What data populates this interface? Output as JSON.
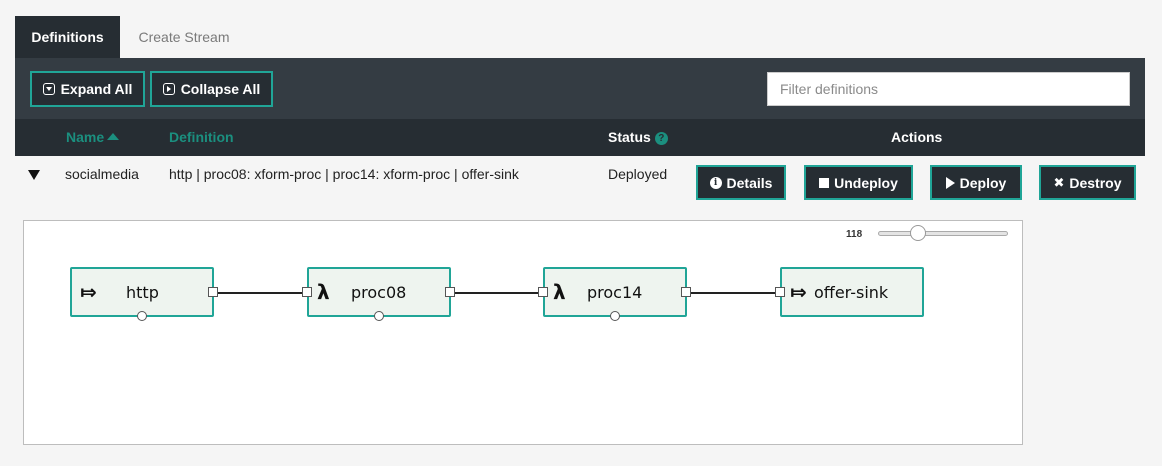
{
  "tabs": [
    {
      "label": "Definitions"
    },
    {
      "label": "Create Stream"
    }
  ],
  "toolbar": {
    "expand_label": "Expand All",
    "collapse_label": "Collapse All",
    "filter_placeholder": "Filter definitions"
  },
  "table": {
    "headers": {
      "name": "Name",
      "definition": "Definition",
      "status": "Status",
      "actions": "Actions"
    },
    "rows": [
      {
        "name": "socialmedia",
        "definition": "http | proc08: xform-proc | proc14: xform-proc | offer-sink",
        "status": "Deployed",
        "buttons": {
          "details": "Details",
          "undeploy": "Undeploy",
          "deploy": "Deploy",
          "destroy": "Destroy"
        }
      }
    ]
  },
  "graph": {
    "zoom": "118",
    "nodes": [
      {
        "label": "http",
        "icon": "⤇"
      },
      {
        "label": "proc08",
        "icon": "λ"
      },
      {
        "label": "proc14",
        "icon": "λ"
      },
      {
        "label": "offer-sink",
        "icon": "⤇"
      }
    ]
  },
  "colors": {
    "accent": "#20a597",
    "dark": "#262d33",
    "toolbar": "#343c43",
    "node_fill": "#eef4ef"
  }
}
